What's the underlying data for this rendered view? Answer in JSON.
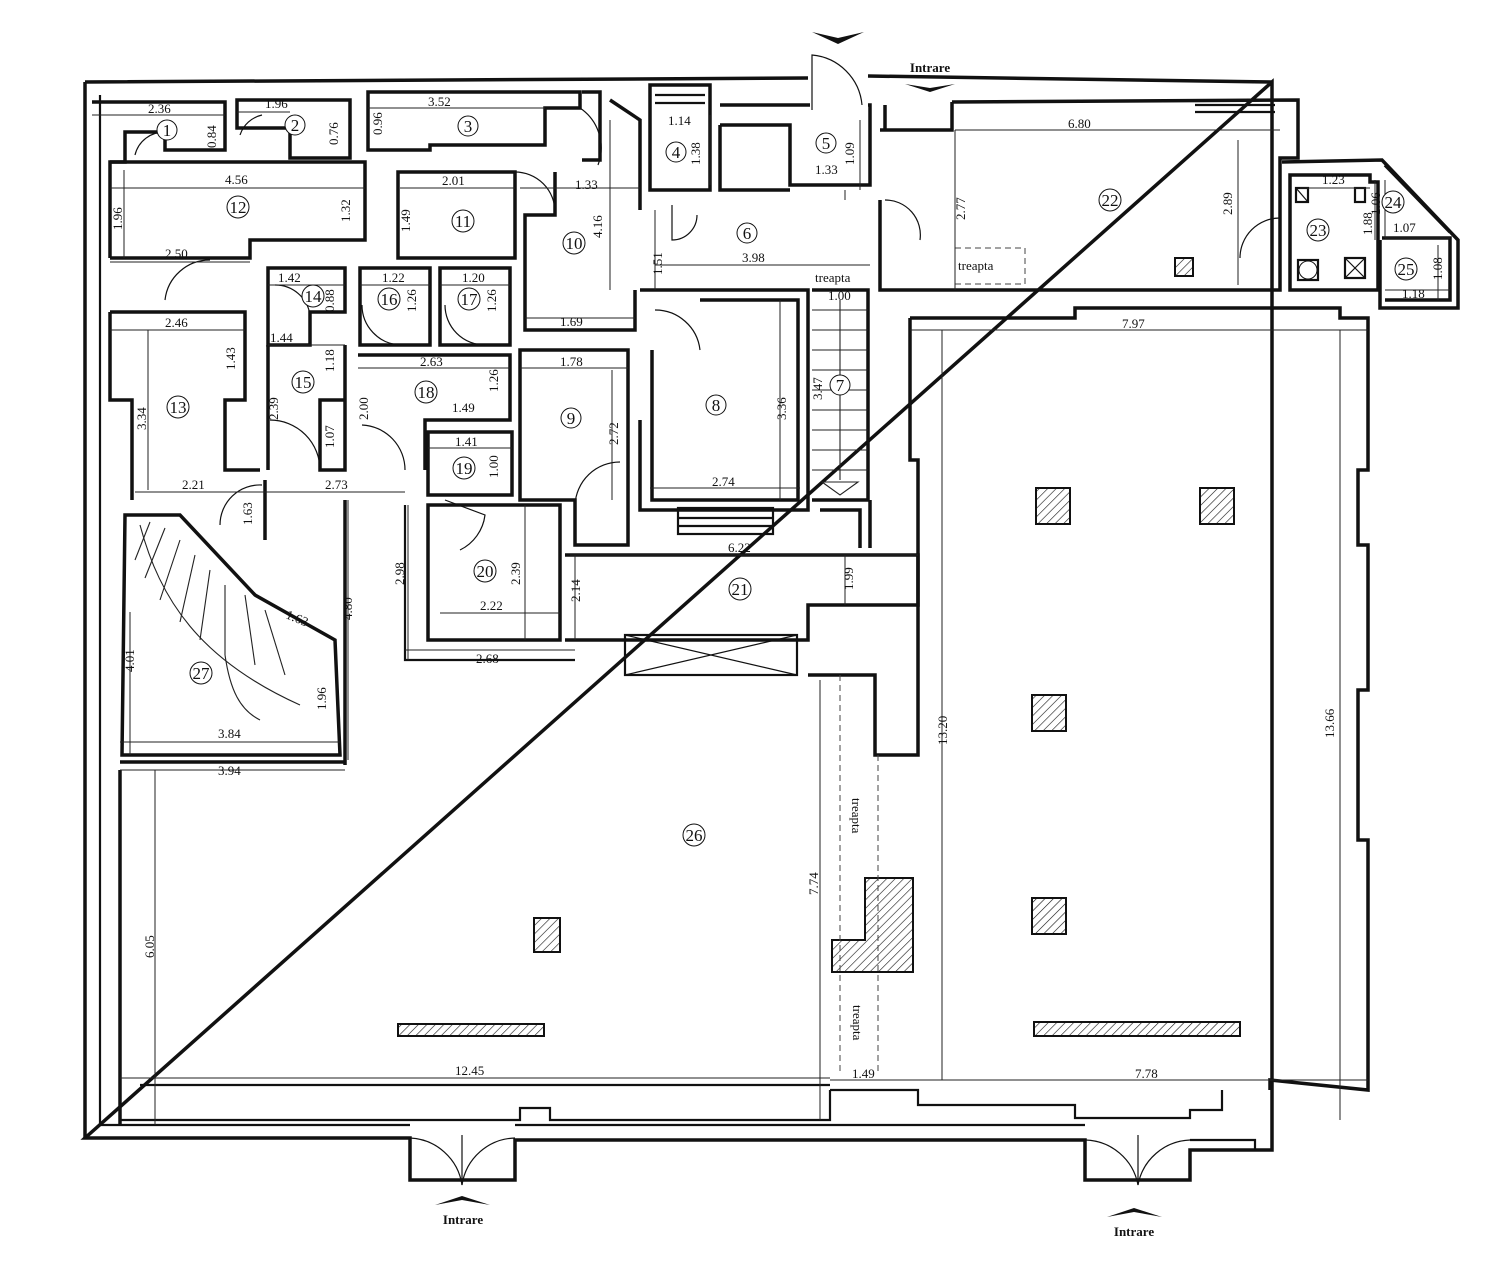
{
  "labels": {
    "entrance": "Intrare",
    "step": "treapta"
  },
  "rooms": [
    "1",
    "2",
    "3",
    "4",
    "5",
    "6",
    "7",
    "8",
    "9",
    "10",
    "11",
    "12",
    "13",
    "14",
    "15",
    "16",
    "17",
    "18",
    "19",
    "20",
    "21",
    "22",
    "23",
    "24",
    "25",
    "26",
    "27"
  ],
  "dimensions": {
    "r1_w": "2.36",
    "r1_h": "0.84",
    "r2_w": "1.96",
    "r2_h": "0.76",
    "r3_w": "3.52",
    "r3_h": "0.96",
    "r4_w": "1.14",
    "r4_h": "1.38",
    "r5_w": "1.33",
    "r5_h": "1.09",
    "r6_w": "3.98",
    "r6_h": "1.51",
    "r7_w": "1.00",
    "r7_h": "3.47",
    "r8_w": "2.74",
    "r8_h": "3.36",
    "r9_w": "1.78",
    "r9_h": "2.72",
    "r10_w": "1.69",
    "r10_h": "4.16",
    "r10_top": "1.33",
    "r11_w": "2.01",
    "r11_h": "1.49",
    "r12_w": "4.56",
    "r12_h": "1.32",
    "r12_side": "1.96",
    "r12_bottom": "2.50",
    "r13_w": "2.46",
    "r13_h": "1.43",
    "r13_side": "3.34",
    "r14_w": "1.42",
    "r14_h": "0.88",
    "r15_w": "1.44",
    "r15_h": "1.18",
    "r15_side": "2.39",
    "r15_low": "1.07",
    "r16_w": "1.22",
    "r16_h": "1.26",
    "r17_w": "1.20",
    "r17_h": "1.26",
    "r18_w": "2.63",
    "r18_h": "1.26",
    "r18_side": "2.00",
    "r18_low": "1.49",
    "r19_w": "1.41",
    "r19_h": "1.00",
    "r20_w": "2.22",
    "r20_h": "2.39",
    "r20_side": "2.98",
    "r20_low": "2.68",
    "r21_w": "6.22",
    "r21_h": "1.99",
    "r21_side": "2.14",
    "r22_w": "6.80",
    "r22_h": "2.89",
    "r22_side": "2.77",
    "r23_w": "1.23",
    "r23_h": "1.88",
    "r24_w": "1.07",
    "r24_h": "1.06",
    "r25_w": "1.18",
    "r25_h": "1.08",
    "r26_w": "12.45",
    "r26_h": "7.74",
    "r26_side": "6.05",
    "r26_top": "3.94",
    "r26_gap": "1.49",
    "r26_right_w": "7.78",
    "big_w": "7.97",
    "big_h": "13.66",
    "big_mid": "13.20",
    "r27_w": "3.84",
    "r27_h": "4.01",
    "r27_side": "1.96",
    "r27_diag": "1.63",
    "r27_tall": "4.80",
    "corr_w1": "2.21",
    "corr_w2": "2.73",
    "corr_v": "1.63"
  }
}
